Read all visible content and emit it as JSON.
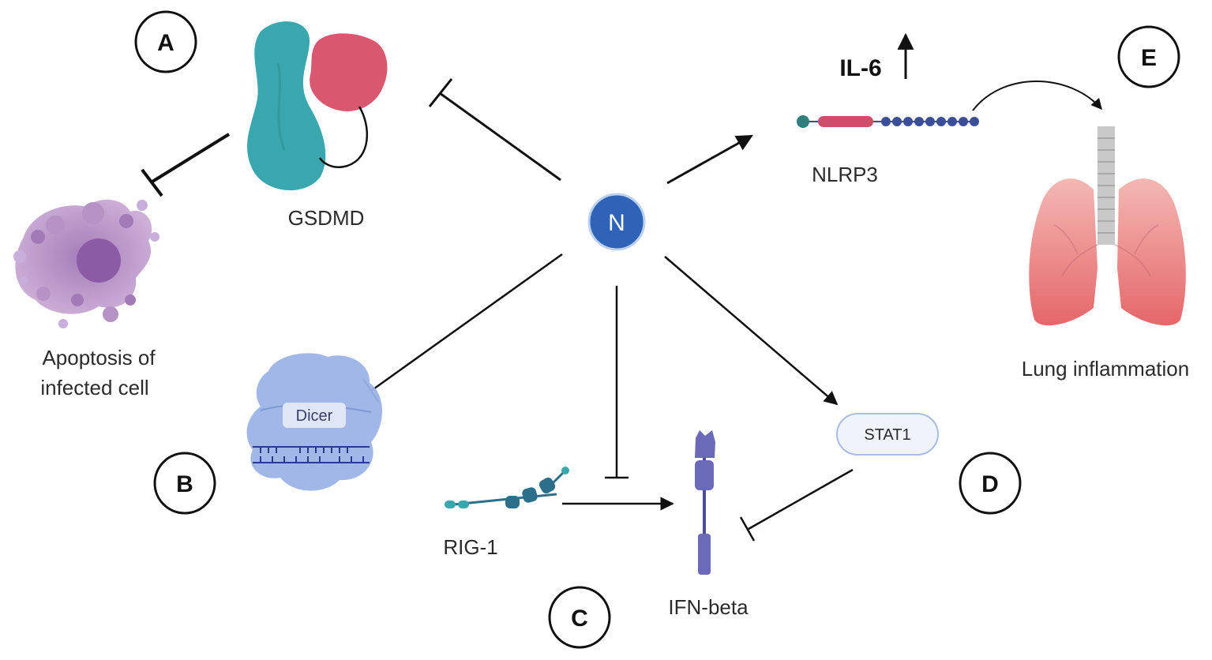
{
  "center_node": {
    "label": "N",
    "color": "#2f63b8"
  },
  "panels": {
    "A": "A",
    "B": "B",
    "C": "C",
    "D": "D",
    "E": "E"
  },
  "labels": {
    "gsdmd": "GSDMD",
    "apoptosis_line1": "Apoptosis of",
    "apoptosis_line2": "infected cell",
    "dicer": "Dicer",
    "rig1": "RIG-1",
    "ifn_beta": "IFN-beta",
    "stat1": "STAT1",
    "nlrp3": "NLRP3",
    "il6": "IL-6",
    "lung": "Lung inflammation"
  },
  "relations": [
    {
      "from": "N",
      "to": "GSDMD",
      "type": "inhibits"
    },
    {
      "from": "GSDMD",
      "to": "Apoptosis of infected cell",
      "type": "inhibits"
    },
    {
      "from": "N",
      "to": "Dicer",
      "type": "inhibits"
    },
    {
      "from": "N",
      "to": "RIG-1 → IFN-beta",
      "type": "inhibits"
    },
    {
      "from": "RIG-1",
      "to": "IFN-beta",
      "type": "activates"
    },
    {
      "from": "N",
      "to": "STAT1",
      "type": "activates"
    },
    {
      "from": "STAT1",
      "to": "IFN-beta",
      "type": "inhibits"
    },
    {
      "from": "N",
      "to": "NLRP3",
      "type": "activates"
    },
    {
      "from": "NLRP3",
      "to": "Lung inflammation",
      "type": "activates"
    }
  ],
  "icons": {
    "gsdmd": "gsdmd-protein-icon",
    "cell": "apoptotic-cell-icon",
    "dicer": "dicer-enzyme-icon",
    "rig1": "rig1-receptor-icon",
    "ifn": "ifn-receptor-icon",
    "nlrp3": "nlrp3-chain-icon",
    "lung": "lungs-icon",
    "il6_up": "up-arrow-icon"
  },
  "colors": {
    "gsdmd_teal": "#3aa6ad",
    "gsdmd_pink": "#d9586f",
    "cell_purple": "#a77fb8",
    "dicer_blue": "#8fa8e0",
    "rig1_teal": "#2b6f8a",
    "ifn_purple": "#6a6ab8",
    "nlrp3_pink": "#cf4d6a",
    "nlrp3_navy": "#3a4f98",
    "lung_red": "#e47a7a"
  }
}
